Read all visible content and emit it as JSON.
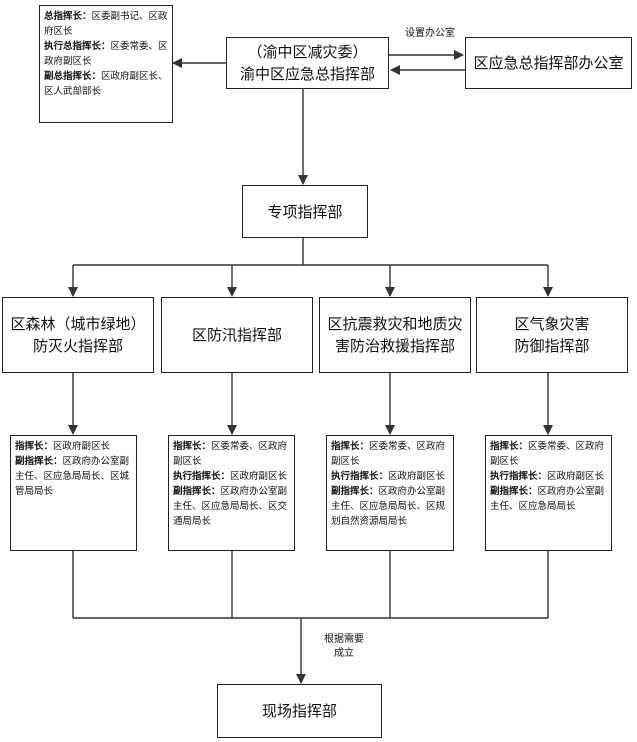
{
  "top": {
    "line1": "（渝中区减灾委）",
    "line2": "渝中区应急总指挥部"
  },
  "office": "区应急总指挥部办公室",
  "office_link_label": "设置办公室",
  "leaders": [
    {
      "role": "总指挥长：",
      "text": "区委副书记、区政府区长"
    },
    {
      "role": "执行总指挥长：",
      "text": "区委常委、区政府副区长"
    },
    {
      "role": "副总指挥长：",
      "text": "区政府副区长、区人武部部长"
    }
  ],
  "special": "专项指挥部",
  "subs": [
    {
      "line1": "区森林（城市绿地）",
      "line2": "防灭火指挥部",
      "notes": [
        {
          "role": "指挥长：",
          "text": "区政府副区长"
        },
        {
          "role": "副指挥长：",
          "text": "区政府办公室副主任、区应急局局长、区城管局局长"
        }
      ]
    },
    {
      "line1": "区防汛指挥部",
      "line2": "",
      "notes": [
        {
          "role": "指挥长：",
          "text": "区委常委、区政府副区长"
        },
        {
          "role": "执行指挥长：",
          "text": "区政府副区长"
        },
        {
          "role": "副指挥长：",
          "text": "区政府办公室副主任、区应急局局长、区交通局局长"
        }
      ]
    },
    {
      "line1": "区抗震救灾和地质灾",
      "line2": "害防治救援指挥部",
      "notes": [
        {
          "role": "指挥长：",
          "text": "区委常委、区政府副区长"
        },
        {
          "role": "执行指挥长：",
          "text": "区政府副区长"
        },
        {
          "role": "副指挥长：",
          "text": "区政府办公室副主任、区应急局局长、区规划自然资源局局长"
        }
      ]
    },
    {
      "line1": "区气象灾害",
      "line2": "防御指挥部",
      "notes": [
        {
          "role": "指挥长：",
          "text": "区委常委、区政府副区长"
        },
        {
          "role": "执行指挥长：",
          "text": "区政府副区长"
        },
        {
          "role": "副指挥长：",
          "text": "区政府办公室副主任、区应急局局长"
        }
      ]
    }
  ],
  "bottom_label_1": "根据需要",
  "bottom_label_2": "成立",
  "field": "现场指挥部"
}
